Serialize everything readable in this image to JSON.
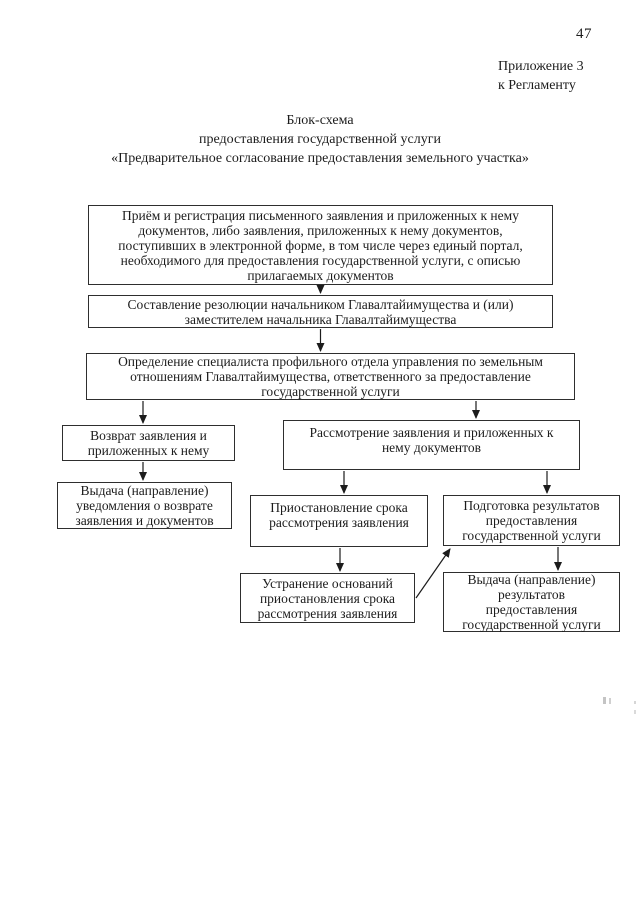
{
  "page": {
    "number": "47",
    "appendix_note": "Приложение 3\nк Регламенту",
    "title": "Блок-схема\nпредоставления государственной услуги\n«Предварительное согласование предоставления земельного участка»"
  },
  "colors": {
    "ink": "#1c1c1c",
    "border": "#2e2e2e",
    "background": "#ffffff"
  },
  "flowchart": {
    "nodes": {
      "reception": {
        "label": "Приём и регистрация письменного заявления и приложенных к нему\nдокументов, либо заявления, приложенных к нему документов,\nпоступивших в электронной форме, в том числе через единый портал,\nнеобходимого для предоставления государственной услуги, с описью\nприлагаемых документов"
      },
      "resolution": {
        "label": "Составление резолюции начальником Главалтайимущества и (или)\nзаместителем начальника Главалтайимущества"
      },
      "specialist_assignment": {
        "label": "Определение специалиста профильного отдела управления по земельным\nотношениям Главалтайимущества, ответственного за предоставление\nгосударственной услуги"
      },
      "return_application": {
        "label": "Возврат заявления и\nприложенных к нему"
      },
      "review_application": {
        "label": "Рассмотрение заявления и приложенных к\nнему документов"
      },
      "return_notice": {
        "label": "Выдача (направление)\nуведомления о возврате\nзаявления и документов"
      },
      "suspension": {
        "label": "Приостановление срока\nрассмотрения заявления"
      },
      "results_preparation": {
        "label": "Подготовка результатов\nпредоставления\nгосударственной услуги"
      },
      "grounds_elimination": {
        "label": "Устранение оснований\nприостановления срока\nрассмотрения заявления"
      },
      "results_issuance": {
        "label": "Выдача (направление)\nрезультатов\nпредоставления\nгосударственной услуги"
      }
    },
    "connections": [
      {
        "from": "reception",
        "to": "resolution"
      },
      {
        "from": "resolution",
        "to": "specialist_assignment"
      },
      {
        "from": "specialist_assignment",
        "to": "return_application"
      },
      {
        "from": "specialist_assignment",
        "to": "review_application"
      },
      {
        "from": "return_application",
        "to": "return_notice"
      },
      {
        "from": "review_application",
        "to": "suspension"
      },
      {
        "from": "review_application",
        "to": "results_preparation"
      },
      {
        "from": "suspension",
        "to": "grounds_elimination"
      },
      {
        "from": "grounds_elimination",
        "to": "results_preparation"
      },
      {
        "from": "results_preparation",
        "to": "results_issuance"
      }
    ]
  }
}
